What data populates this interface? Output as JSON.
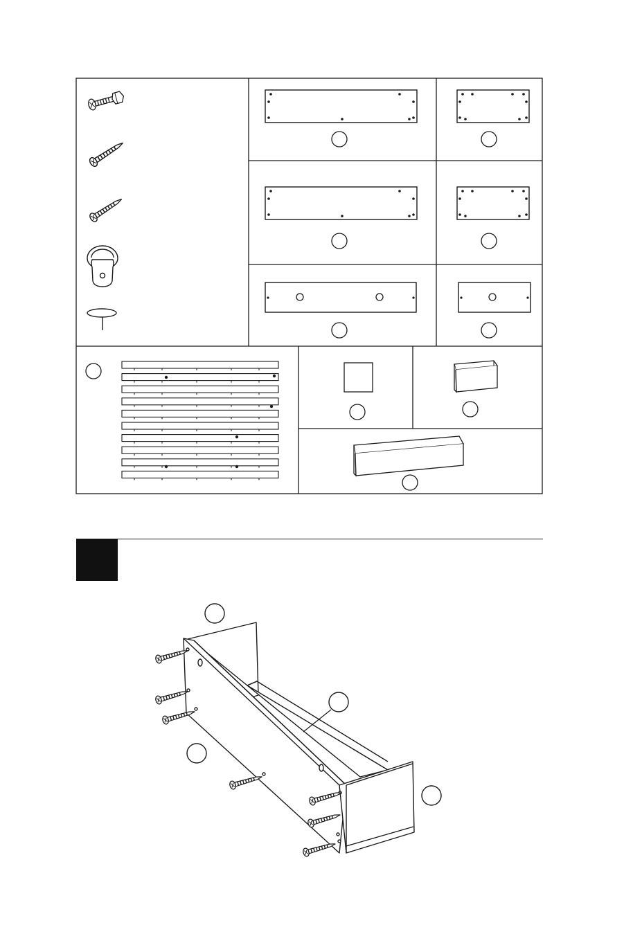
{
  "parts_sheet": {
    "hardware": [
      {
        "icon": "bolt-with-nut-icon"
      },
      {
        "icon": "long-wood-screw-icon"
      },
      {
        "icon": "wood-screw-icon"
      },
      {
        "icon": "d-ring-hanger-icon"
      },
      {
        "icon": "felt-pad-pin-icon"
      }
    ],
    "panels": [
      {
        "shape": "long-panel-with-edge-holes",
        "part_label": ""
      },
      {
        "shape": "short-panel-with-edge-holes",
        "part_label": ""
      },
      {
        "shape": "long-panel-with-edge-holes",
        "part_label": ""
      },
      {
        "shape": "short-panel-with-edge-holes",
        "part_label": ""
      },
      {
        "shape": "long-panel-with-two-large-holes",
        "part_label": ""
      },
      {
        "shape": "short-panel-with-one-large-hole",
        "part_label": ""
      }
    ],
    "slatted_board": {
      "part_label": "",
      "slat_rows": 10
    },
    "containers": [
      {
        "shape": "square-box",
        "part_label": ""
      },
      {
        "shape": "small-open-box",
        "part_label": ""
      },
      {
        "shape": "long-open-tray",
        "part_label": ""
      }
    ]
  },
  "step": {
    "number": "",
    "instruction": "",
    "callouts": [
      "",
      "",
      "",
      ""
    ],
    "screw_count": 7,
    "icon": "screw-assembly-icon"
  },
  "colors": {
    "line": "#1a1a1a",
    "step_box": "#111111",
    "background": "#ffffff"
  }
}
